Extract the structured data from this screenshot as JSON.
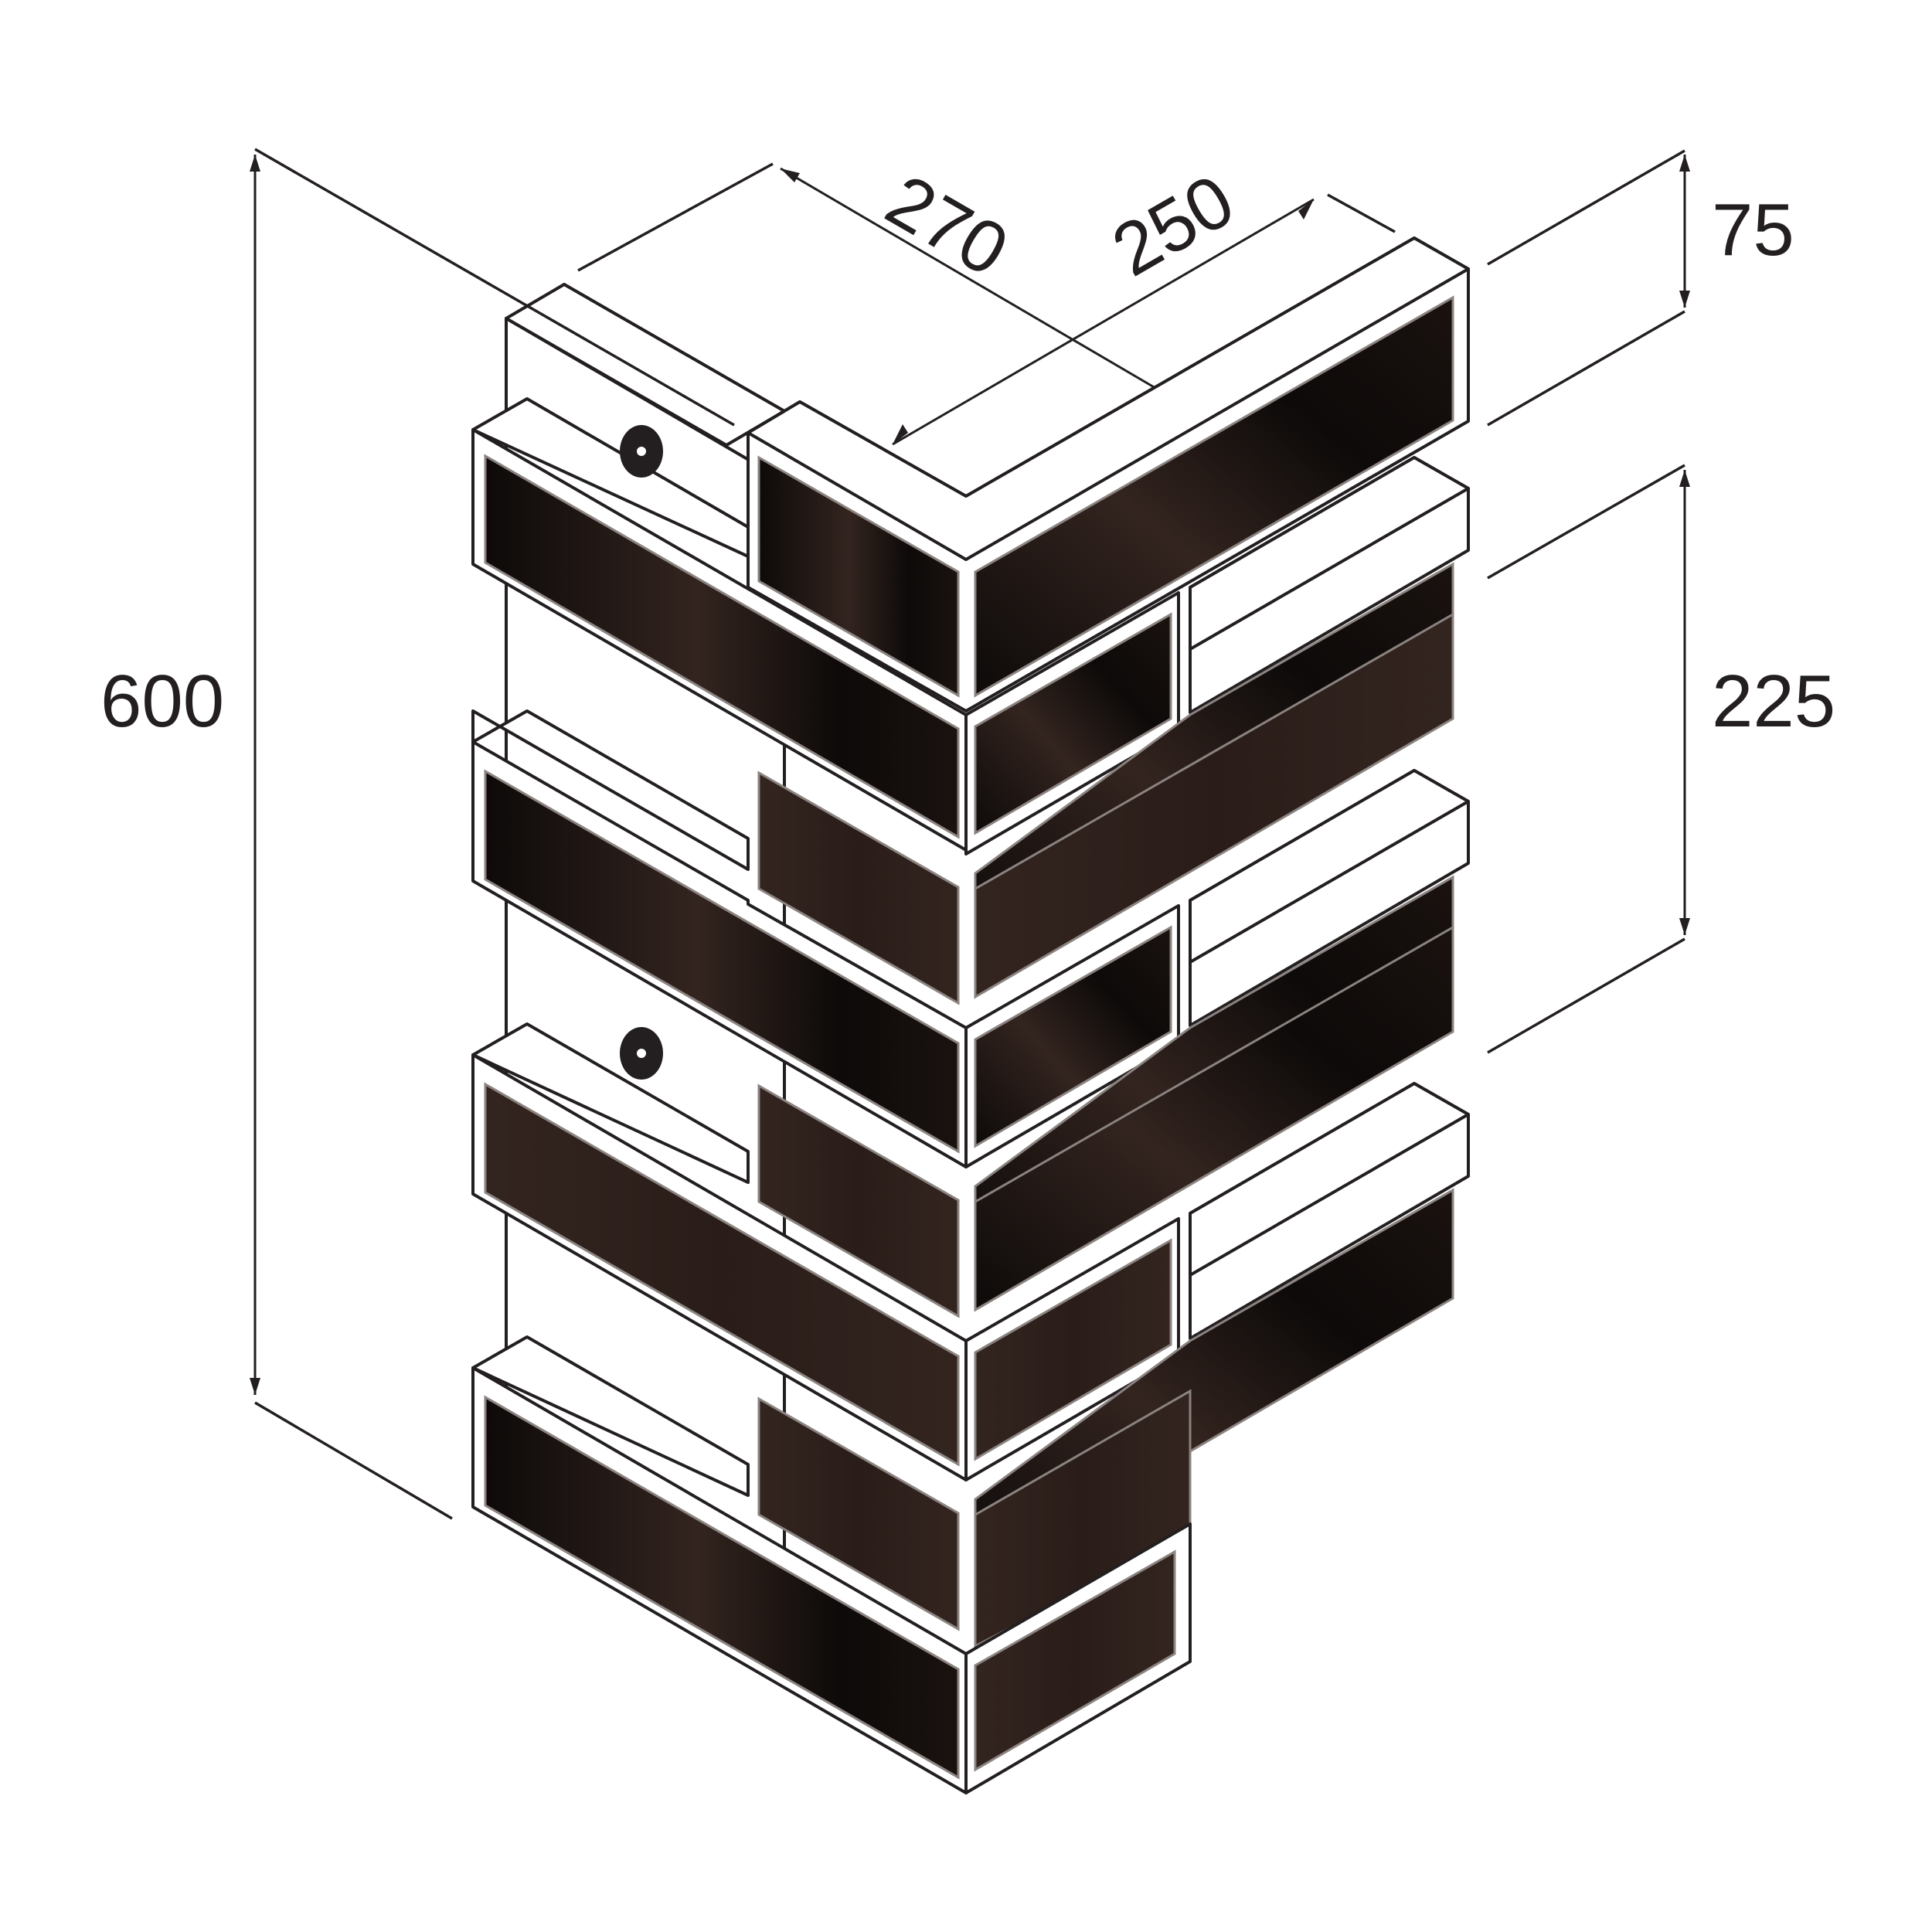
{
  "dimensions": {
    "height_total": "600",
    "depth_left": "270",
    "depth_right": "250",
    "tile_height": "75",
    "course_height": "225"
  },
  "colors": {
    "line": "#231f20",
    "brick_dark": "#0d0a09",
    "brick_brown": "#33241f",
    "background": "#ffffff"
  }
}
